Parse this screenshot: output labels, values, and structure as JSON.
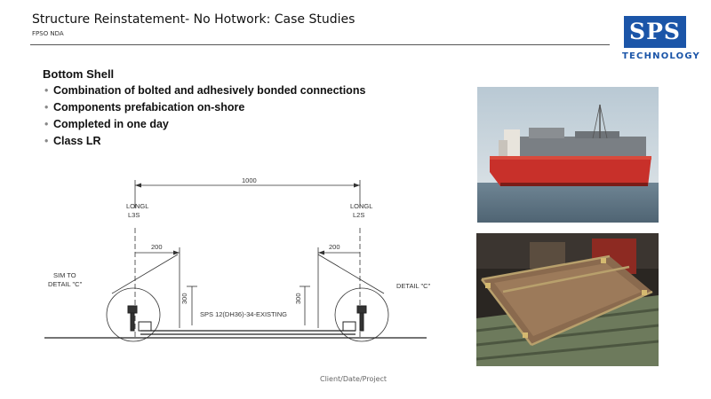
{
  "header": {
    "title": "Structure Reinstatement- No Hotwork: Case Studies",
    "subtitle": "FPSO NDA"
  },
  "logo": {
    "brand": "SPS",
    "tagline": "TECHNOLOGY",
    "color": "#1b55a8"
  },
  "content": {
    "heading": "Bottom Shell",
    "bullets": [
      "Combination of bolted and adhesively bonded connections",
      "Components prefabication on-shore",
      "Completed in one day",
      "Class LR"
    ]
  },
  "drawing": {
    "span_label": "1000",
    "left_longl_label": "LONGL",
    "left_longl_id": "L3S",
    "right_longl_label": "LONGL",
    "right_longl_id": "L2S",
    "left_offset": "200",
    "right_offset": "200",
    "left_height": "300",
    "right_height": "300",
    "left_detail_line1": "SIM TO",
    "left_detail_line2": "DETAIL \"C\"",
    "right_detail": "DETAIL \"C\"",
    "plate_label": "SPS 12(DH36)-34-EXISTING"
  },
  "photos": {
    "ship": "fpso-vessel-photo",
    "panel": "workshop-panel-photo"
  },
  "footer": {
    "text": "Client/Date/Project"
  }
}
